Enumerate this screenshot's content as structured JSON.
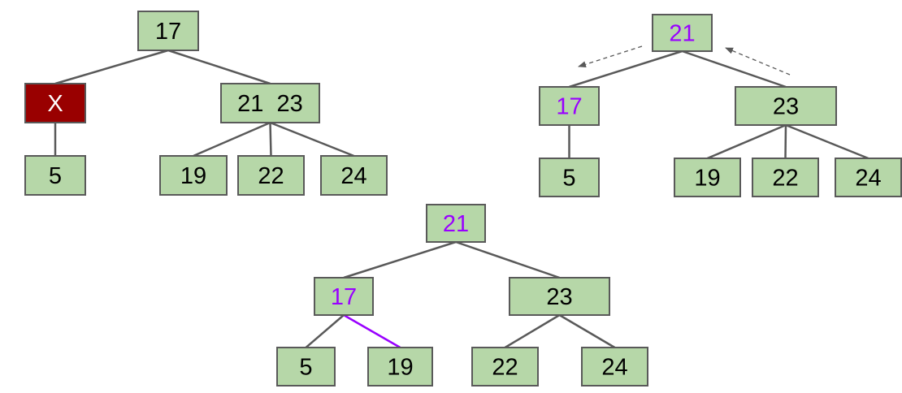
{
  "colors": {
    "node_fill": "#b6d7a8",
    "node_border": "#595959",
    "deleted_fill": "#990000",
    "highlight_text": "#9900ff",
    "normal_text": "#000000",
    "deleted_text": "#ffffff"
  },
  "trees": [
    {
      "id": "before",
      "nodes": {
        "n17": {
          "label": "17",
          "style": "normal"
        },
        "nx": {
          "label": "X",
          "style": "deleted"
        },
        "n2123": {
          "label": "21  23",
          "style": "normal"
        },
        "n5": {
          "label": "5",
          "style": "normal"
        },
        "n19": {
          "label": "19",
          "style": "normal"
        },
        "n22": {
          "label": "22",
          "style": "normal"
        },
        "n24": {
          "label": "24",
          "style": "normal"
        }
      },
      "edges": [
        [
          "n17",
          "nx"
        ],
        [
          "n17",
          "n2123"
        ],
        [
          "nx",
          "n5"
        ],
        [
          "n2123",
          "n19"
        ],
        [
          "n2123",
          "n22"
        ],
        [
          "n2123",
          "n24"
        ]
      ],
      "rotation_arrows": []
    },
    {
      "id": "rotating",
      "nodes": {
        "n21": {
          "label": "21",
          "style": "highlight"
        },
        "n17": {
          "label": "17",
          "style": "highlight"
        },
        "n23": {
          "label": "23",
          "style": "normal"
        },
        "n5": {
          "label": "5",
          "style": "normal"
        },
        "n19": {
          "label": "19",
          "style": "normal"
        },
        "n22": {
          "label": "22",
          "style": "normal"
        },
        "n24": {
          "label": "24",
          "style": "normal"
        }
      },
      "edges": [
        [
          "n21",
          "n17"
        ],
        [
          "n21",
          "n23"
        ],
        [
          "n17",
          "n5"
        ],
        [
          "n23",
          "n19"
        ],
        [
          "n23",
          "n22"
        ],
        [
          "n23",
          "n24"
        ]
      ],
      "rotation_arrows": [
        "to-left-child",
        "to-root"
      ]
    },
    {
      "id": "after",
      "nodes": {
        "n21": {
          "label": "21",
          "style": "highlight"
        },
        "n17": {
          "label": "17",
          "style": "highlight"
        },
        "n23": {
          "label": "23",
          "style": "normal"
        },
        "n5": {
          "label": "5",
          "style": "normal"
        },
        "n19": {
          "label": "19",
          "style": "normal"
        },
        "n22": {
          "label": "22",
          "style": "normal"
        },
        "n24": {
          "label": "24",
          "style": "normal"
        }
      },
      "edges": [
        [
          "n21",
          "n17"
        ],
        [
          "n21",
          "n23"
        ],
        [
          "n17",
          "n5"
        ],
        [
          "n17",
          "n19",
          "accent"
        ],
        [
          "n23",
          "n22"
        ],
        [
          "n23",
          "n24"
        ]
      ],
      "rotation_arrows": []
    }
  ]
}
